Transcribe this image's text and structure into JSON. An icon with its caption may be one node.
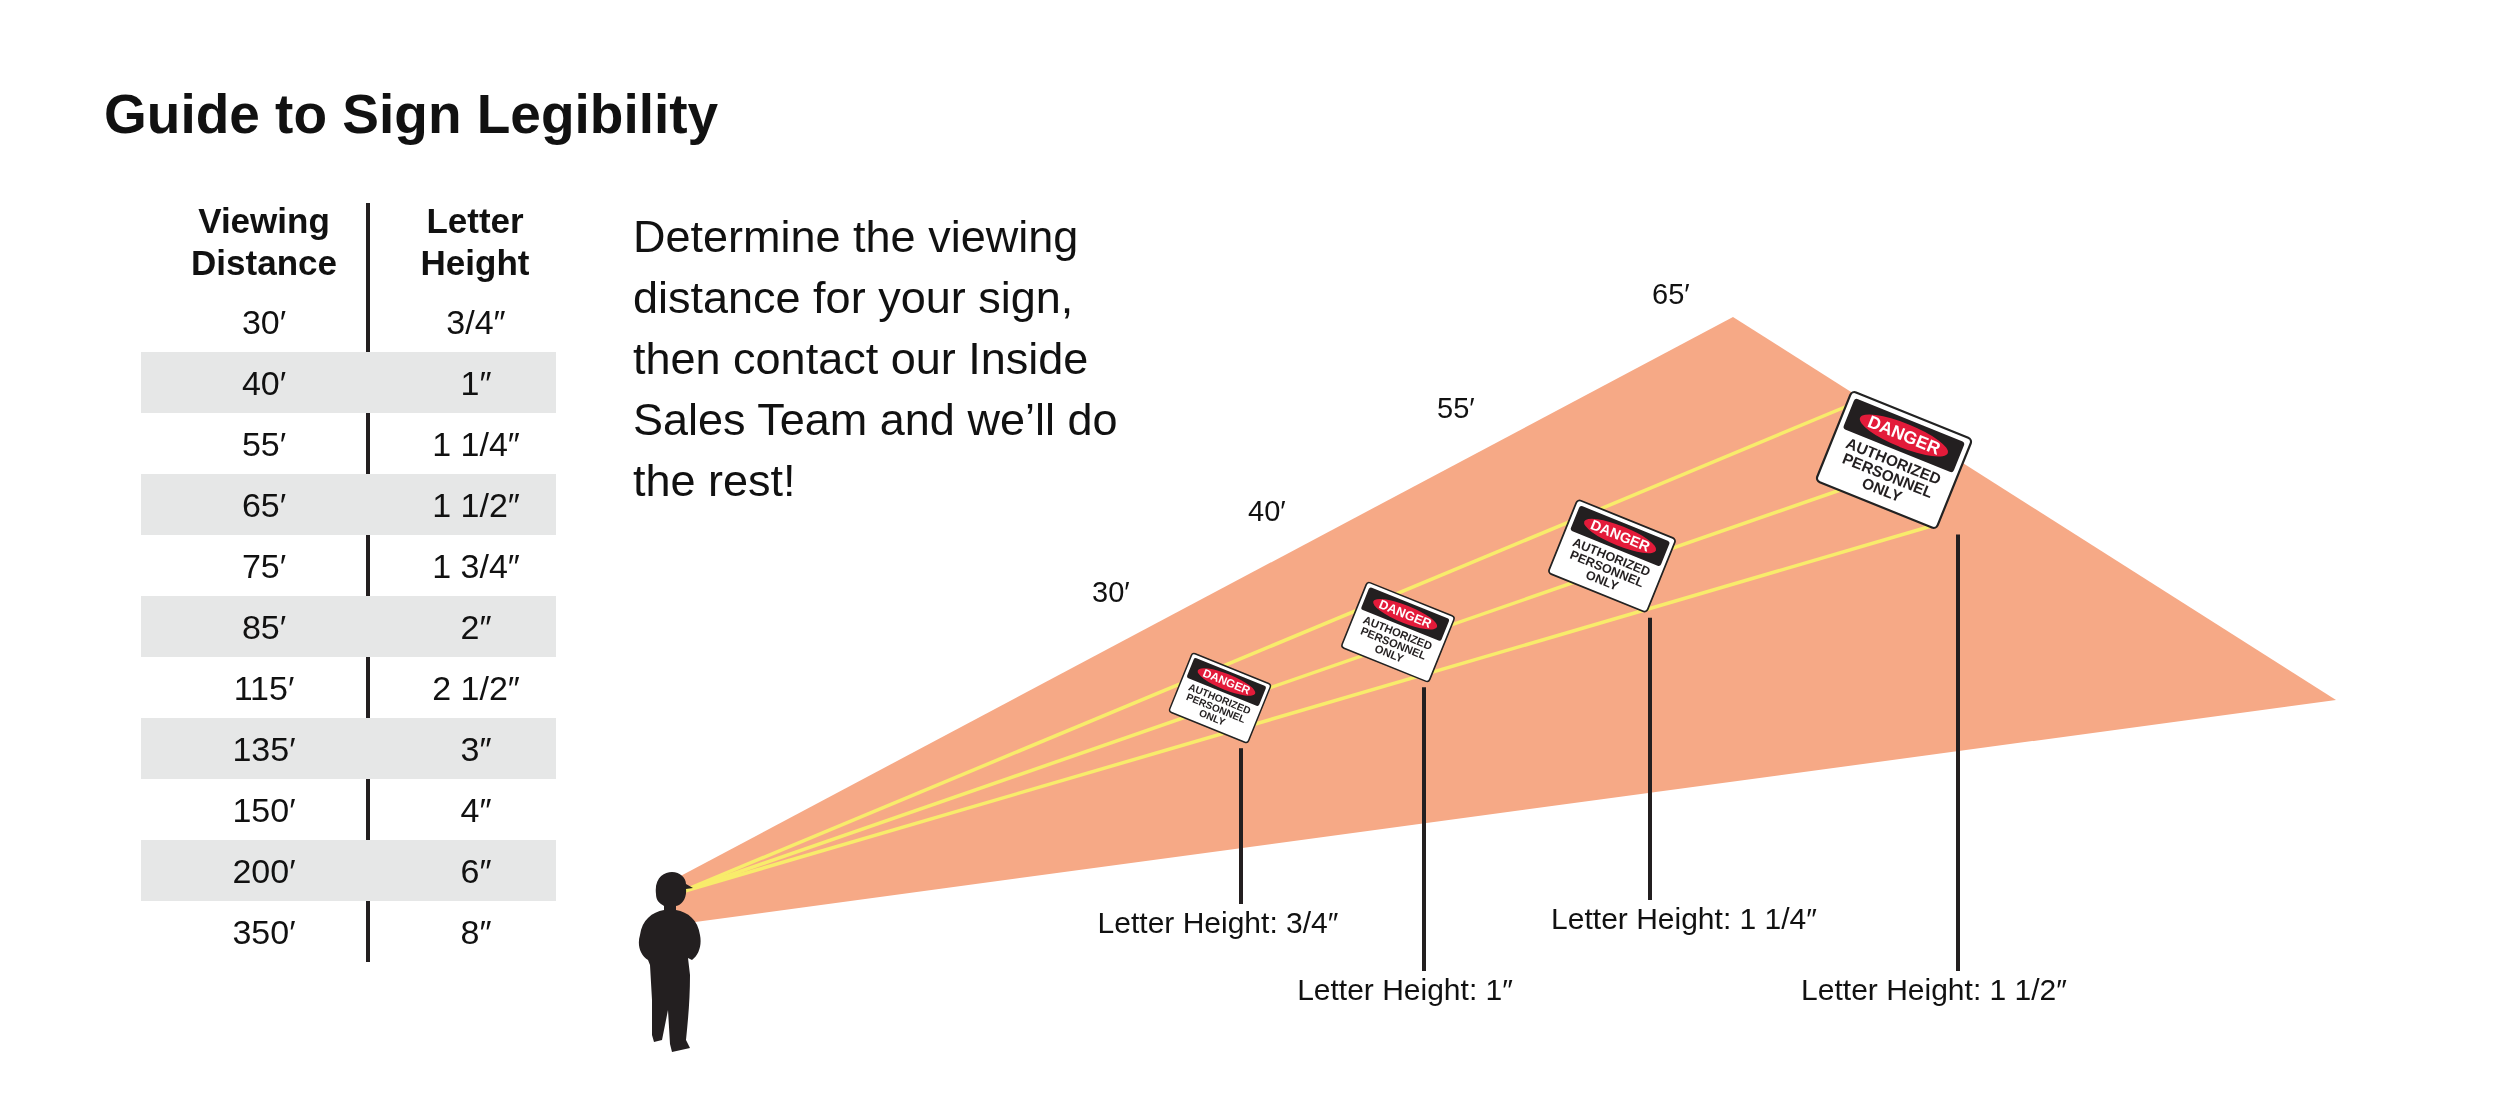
{
  "diagram": {
    "title": "Guide to Sign Legibility",
    "nodes": [
      {
        "text": [
          "DANGER",
          "AUTHORIZED PERSONNEL ONLY"
        ]
      },
      {
        "text": [
          "DANGER",
          "AUTHORIZED PERSONNEL ONLY"
        ]
      },
      {
        "text": [
          "DANGER",
          "AUTHORIZED PERSONNEL ONLY"
        ]
      },
      {
        "text": [
          "DANGER",
          "AUTHORIZED PERSONNEL ONLY"
        ]
      },
      {
        "text": [
          "Letter Height: 3/4″"
        ]
      },
      {
        "text": [
          "Letter Height: 1″"
        ]
      },
      {
        "text": [
          "Letter Height: 1 1/4″"
        ]
      },
      {
        "text": [
          "Letter Height: 1 1/2″"
        ]
      }
    ],
    "edges": [
      {
        "from": 4,
        "to": 0,
        "arrow": "none"
      },
      {
        "from": 5,
        "to": 1,
        "arrow": "none"
      },
      {
        "from": 6,
        "to": 2,
        "arrow": "none"
      },
      {
        "from": 7,
        "to": 3,
        "arrow": "none"
      }
    ],
    "labels": [
      "Viewing Distance",
      "Letter Height",
      "30′",
      "3/4″",
      "40′",
      "1″",
      "55′",
      "1 1/4″",
      "65′",
      "1 1/2″",
      "75′",
      "1 3/4″",
      "85′",
      "2″",
      "115′",
      "2 1/2″",
      "135′",
      "3″",
      "150′",
      "4″",
      "200′",
      "6″",
      "350′",
      "8″",
      "Determine the viewing distance for your sign, then contact our Inside Sales Team and we’ll do the rest!",
      "65′",
      "55′",
      "40′",
      "30′"
    ]
  }
}
